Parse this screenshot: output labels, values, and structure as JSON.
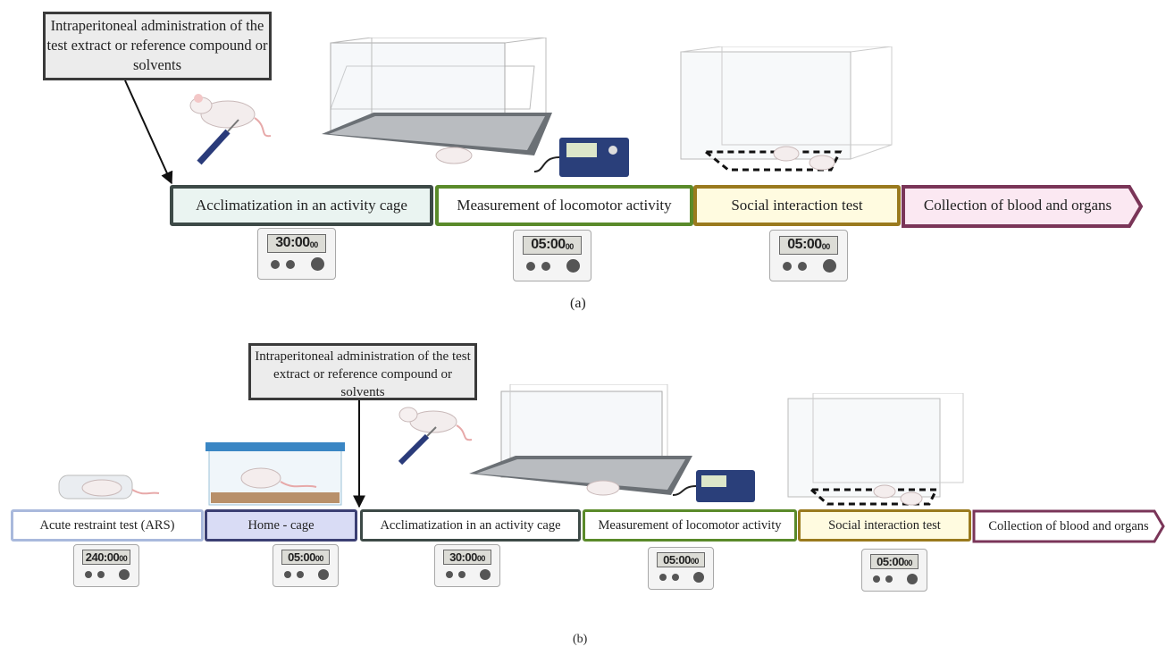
{
  "panel_a": {
    "callout": "Intraperitoneal administration of the test extract or reference compound or solvents",
    "steps": [
      {
        "label": "Acclimatization in an activity cage",
        "border": "#3d4a47",
        "fill": "#eaf4f1"
      },
      {
        "label": "Measurement of locomotor activity",
        "border": "#5a8a2a",
        "fill": "#ffffff"
      },
      {
        "label": "Social interaction test",
        "border": "#9a7a1e",
        "fill": "#fffbe0"
      },
      {
        "label": "Collection of blood and organs",
        "border": "#7a3558",
        "fill": "#fbe8f2"
      }
    ],
    "timers": [
      {
        "main": "30:00",
        "sub": "00"
      },
      {
        "main": "05:00",
        "sub": "00"
      },
      {
        "main": "05:00",
        "sub": "00"
      }
    ],
    "label": "(a)"
  },
  "panel_b": {
    "callout": "Intraperitoneal administration of the test extract or reference compound or solvents",
    "steps": [
      {
        "label": "Acute restraint test (ARS)",
        "border": "#a9b9dc",
        "fill": "#ffffff"
      },
      {
        "label": "Home - cage",
        "border": "#3b3f73",
        "fill": "#d9dcf5"
      },
      {
        "label": "Acclimatization in an activity cage",
        "border": "#3d4a47",
        "fill": "#ffffff"
      },
      {
        "label": "Measurement of locomotor activity",
        "border": "#5a8a2a",
        "fill": "#ffffff"
      },
      {
        "label": "Social interaction test",
        "border": "#9a7a1e",
        "fill": "#fffbe0"
      },
      {
        "label": "Collection of blood and organs",
        "border": "#7a3558",
        "fill": "#ffffff"
      }
    ],
    "timers": [
      {
        "main": "240:00",
        "sub": "00"
      },
      {
        "main": "05:00",
        "sub": "00"
      },
      {
        "main": "30:00",
        "sub": "00"
      },
      {
        "main": "05:00",
        "sub": "00"
      },
      {
        "main": "05:00",
        "sub": "00"
      }
    ],
    "label": "(b)"
  }
}
